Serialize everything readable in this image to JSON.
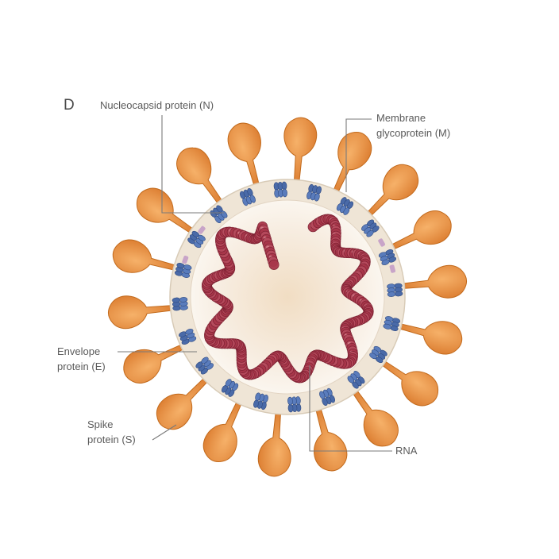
{
  "figure": {
    "panel_letter": "D",
    "labels": {
      "nucleocapsid": "Nucleocapsid protein (N)",
      "membrane_line1": "Membrane",
      "membrane_line2": "glycoprotein (M)",
      "envelope_line1": "Envelope",
      "envelope_line2": "protein (E)",
      "spike_line1": "Spike",
      "spike_line2": "protein (S)",
      "rna": "RNA"
    }
  },
  "colors": {
    "spike": "#e8913a",
    "spike_dark": "#c26a1c",
    "envelope_ring": "#efe6d6",
    "interior_center": "#f3e3cf",
    "membrane_protein": "#4a6aa8",
    "rna": "#a8364a",
    "rna_light": "#d98a93",
    "envelope_protein": "#c8a4c8"
  }
}
